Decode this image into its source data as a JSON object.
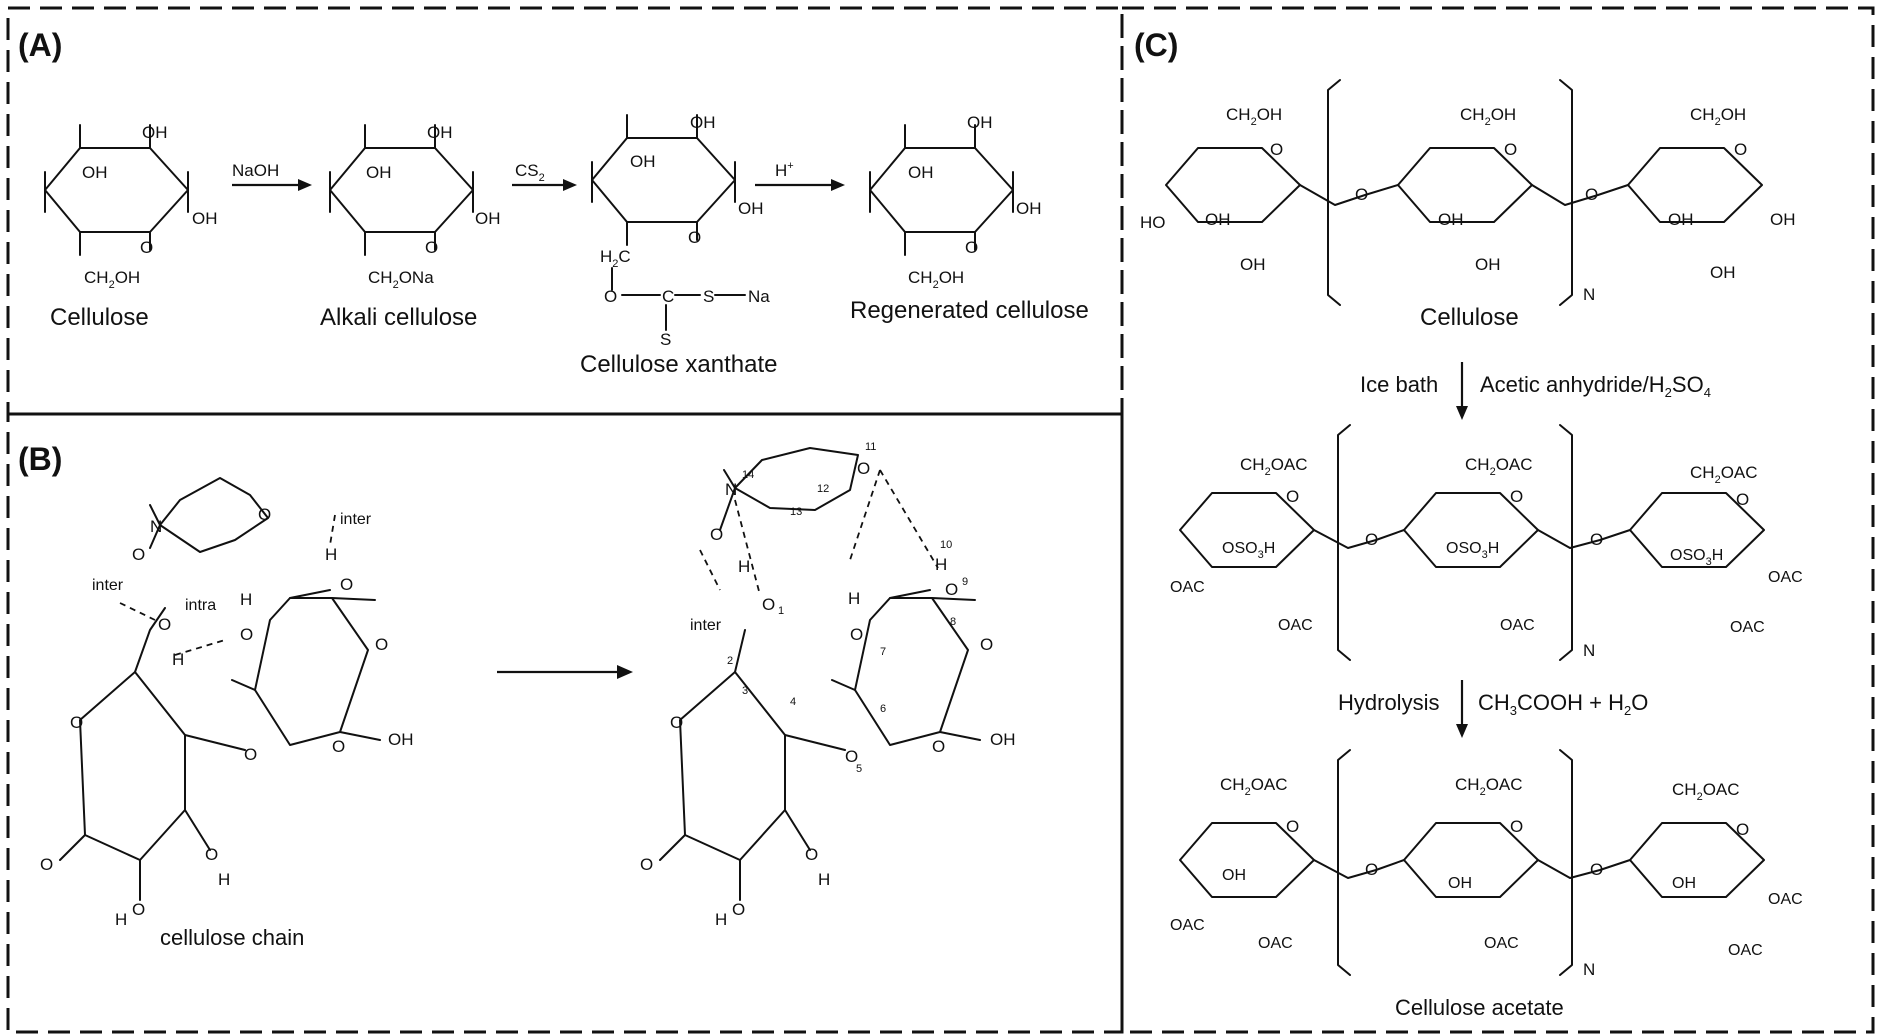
{
  "panels": {
    "a": {
      "label": "(A)"
    },
    "b": {
      "label": "(B)"
    },
    "c": {
      "label": "(C)"
    }
  },
  "panel_a": {
    "cellulose": "Cellulose",
    "alkali": "Alkali cellulose",
    "xanthate": "Cellulose xanthate",
    "regenerated": "Regenerated cellulose",
    "reagent1": "NaOH",
    "reagent2_main": "CS",
    "reagent2_sub": "2",
    "reagent3_main": "H",
    "reagent3_sup": "+"
  },
  "panel_b": {
    "caption": "cellulose chain",
    "inter": "inter",
    "intra": "intra",
    "positions": [
      "14",
      "11",
      "12",
      "13",
      "10",
      "9",
      "1",
      "2",
      "3",
      "4",
      "5",
      "6",
      "7",
      "8"
    ]
  },
  "panel_c": {
    "cellulose": "Cellulose",
    "acetate": "Cellulose acetate",
    "ice_bath": "Ice bath",
    "reagent1_a": "Acetic anhydride/H",
    "reagent1_sub": "2",
    "reagent1_b": "SO",
    "reagent1_sub2": "4",
    "hydrolysis": "Hydrolysis",
    "reagent2": "CH",
    "reagent2_sub": "3",
    "reagent2_b": "COOH + H",
    "reagent2_sub2": "2",
    "reagent2_c": "O",
    "repeat": "N"
  },
  "atoms": {
    "OH": "OH",
    "HO": "HO",
    "O": "O",
    "H": "H",
    "N": "N",
    "S": "S",
    "Na": "Na",
    "C": "C",
    "CH2OH": "CH",
    "CH2OH_b": "OH",
    "CH2ONa_b": "ONa",
    "H2C": "H",
    "H2C_b": "C",
    "sub2": "2",
    "CH2OAC_b": "OAC",
    "OAC": "OAC",
    "OSO3H": "OSO",
    "OSO3H_sub": "3",
    "OSO3H_b": "H"
  }
}
